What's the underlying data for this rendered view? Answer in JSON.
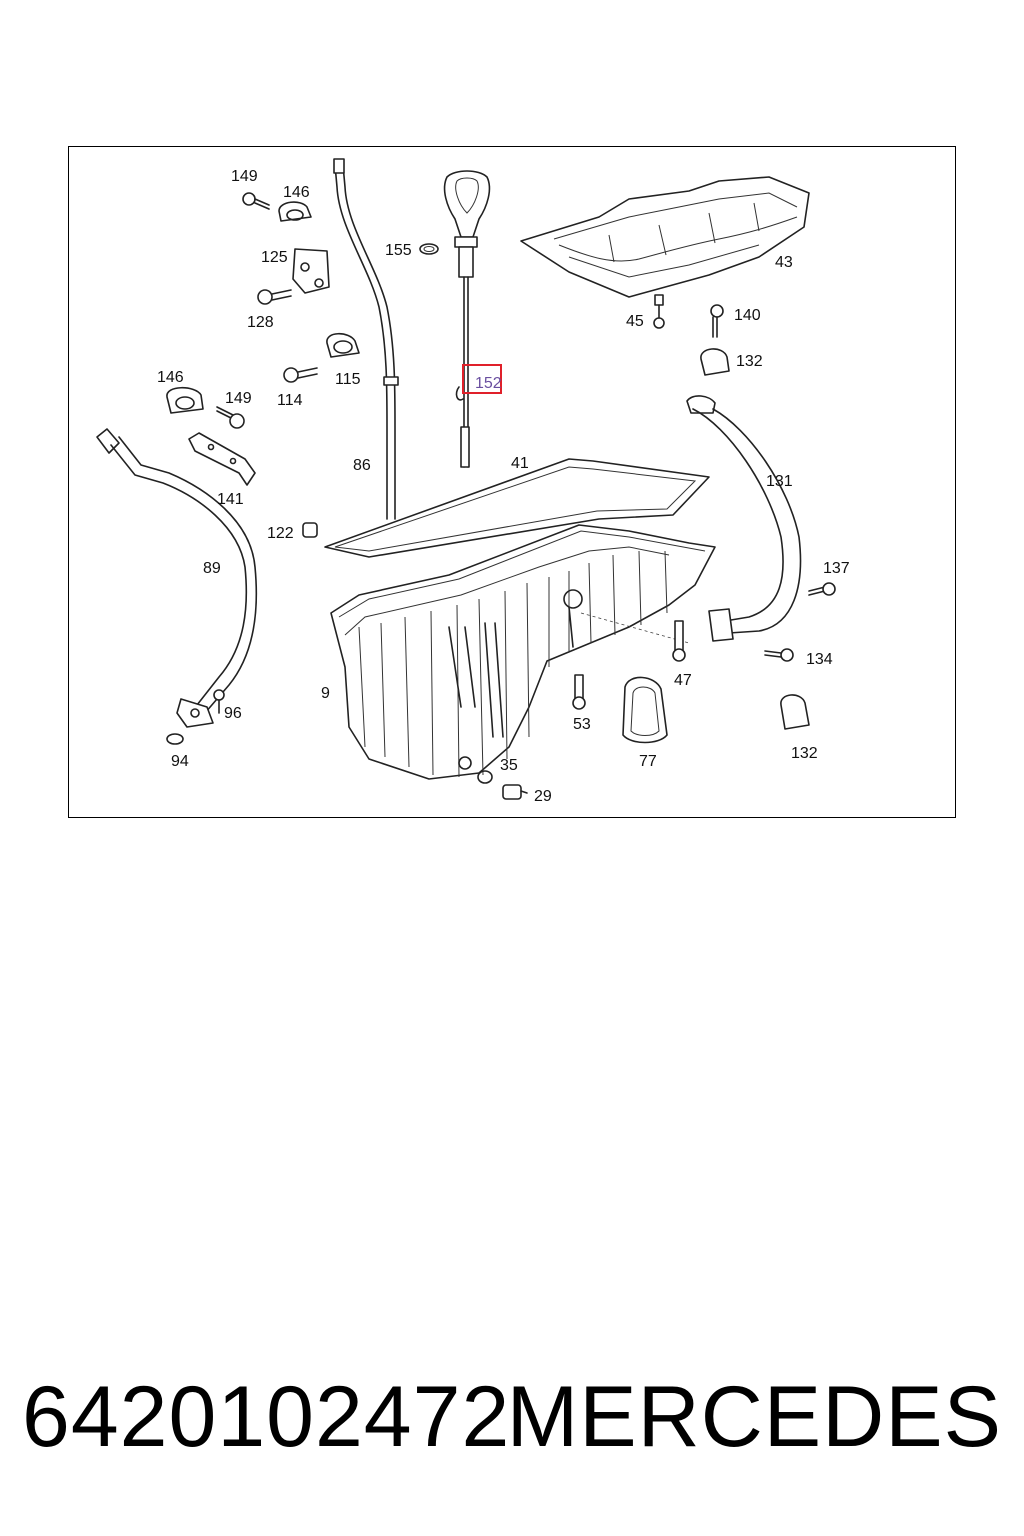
{
  "diagram": {
    "callouts": [
      {
        "id": "149-top",
        "text": "149"
      },
      {
        "id": "146-top",
        "text": "146"
      },
      {
        "id": "125",
        "text": "125"
      },
      {
        "id": "128",
        "text": "128"
      },
      {
        "id": "115",
        "text": "115"
      },
      {
        "id": "114",
        "text": "114"
      },
      {
        "id": "146-left",
        "text": "146"
      },
      {
        "id": "149-left",
        "text": "149"
      },
      {
        "id": "141",
        "text": "141"
      },
      {
        "id": "86",
        "text": "86"
      },
      {
        "id": "155",
        "text": "155"
      },
      {
        "id": "152",
        "text": "152"
      },
      {
        "id": "41",
        "text": "41"
      },
      {
        "id": "43",
        "text": "43"
      },
      {
        "id": "45",
        "text": "45"
      },
      {
        "id": "140",
        "text": "140"
      },
      {
        "id": "132-top",
        "text": "132"
      },
      {
        "id": "131",
        "text": "131"
      },
      {
        "id": "122",
        "text": "122"
      },
      {
        "id": "89",
        "text": "89"
      },
      {
        "id": "137",
        "text": "137"
      },
      {
        "id": "134",
        "text": "134"
      },
      {
        "id": "47",
        "text": "47"
      },
      {
        "id": "9",
        "text": "9"
      },
      {
        "id": "96",
        "text": "96"
      },
      {
        "id": "53",
        "text": "53"
      },
      {
        "id": "77",
        "text": "77"
      },
      {
        "id": "132-bottom",
        "text": "132"
      },
      {
        "id": "94",
        "text": "94"
      },
      {
        "id": "35",
        "text": "35"
      },
      {
        "id": "29",
        "text": "29"
      }
    ],
    "highlighted_callout": "152",
    "highlight_color": "#e0202a",
    "highlight_text_color": "#6a4fa0"
  },
  "footer": {
    "part_number": "6420102472",
    "brand": "MERCEDES"
  }
}
